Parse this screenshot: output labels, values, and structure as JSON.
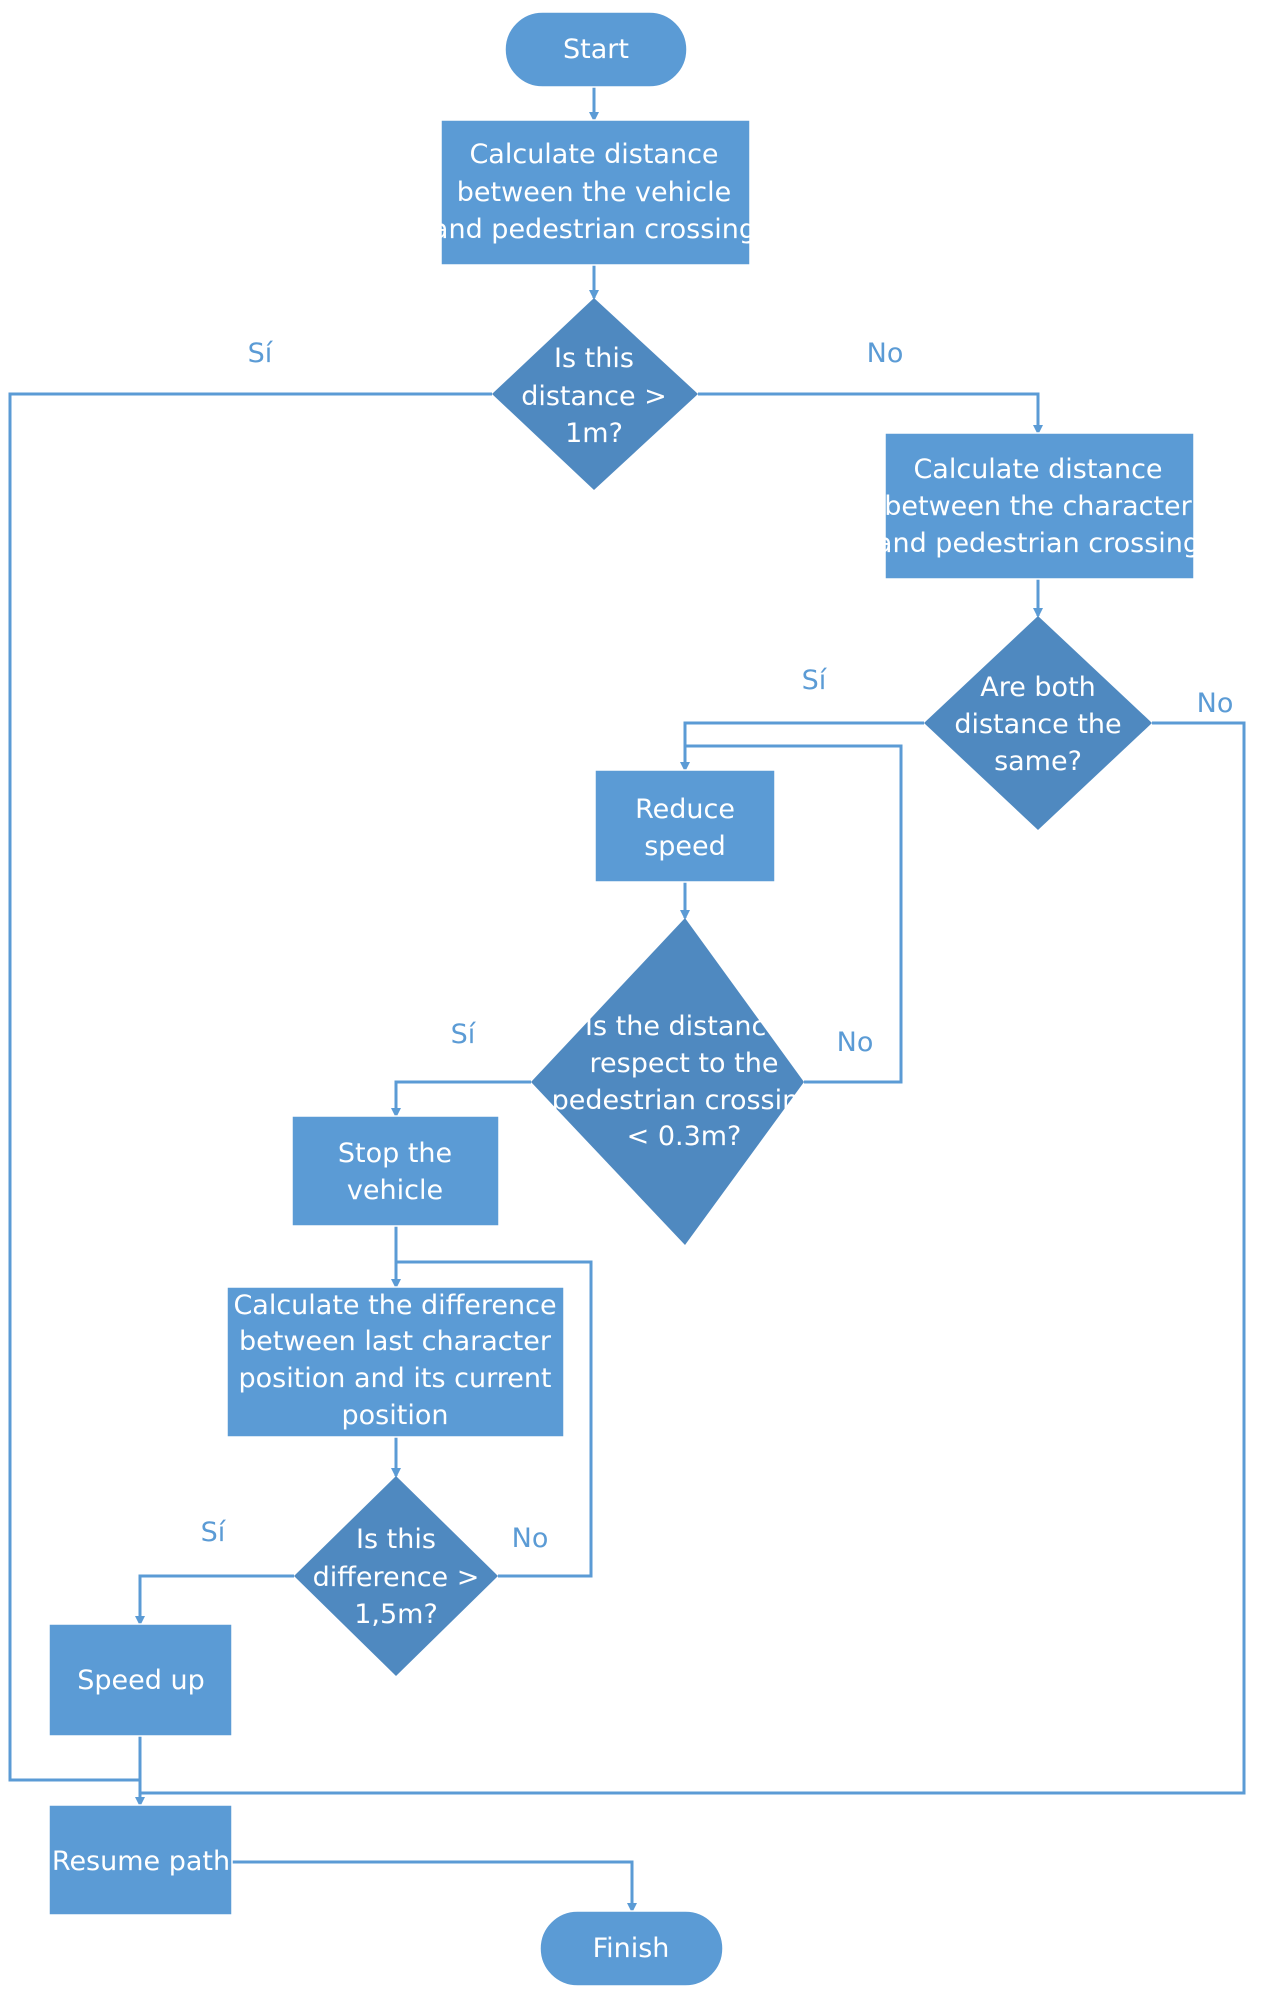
{
  "nodes": {
    "start": "Start",
    "calc_vehicle_distance": [
      "Calculate distance",
      "between the vehicle",
      "and pedestrian crossing"
    ],
    "decision_distance_1m": [
      "Is this",
      "distance >",
      "1m?"
    ],
    "calc_character_distance": [
      "Calculate distance",
      "between the character",
      "and pedestrian crossing"
    ],
    "decision_same_distance": [
      "Are both",
      "distance the",
      "same?"
    ],
    "reduce_speed": [
      "Reduce",
      "speed"
    ],
    "decision_distance_03m": [
      "Is the distance",
      "respect to the",
      "pedestrian crossing",
      "< 0.3m?"
    ],
    "stop_vehicle": [
      "Stop the",
      "vehicle"
    ],
    "calc_difference": [
      "Calculate the difference",
      "between last character",
      "position and its current",
      "position"
    ],
    "decision_difference_15m": [
      "Is this",
      "difference >",
      "1,5m?"
    ],
    "speed_up": "Speed up",
    "resume_path": "Resume path",
    "finish": "Finish"
  },
  "edge_labels": {
    "d1_yes": "Sí",
    "d1_no": "No",
    "d2_yes": "Sí",
    "d2_no": "No",
    "d3_yes": "Sí",
    "d3_no": "No",
    "d4_yes": "Sí",
    "d4_no": "No"
  },
  "colors": {
    "shape_fill": "#5b9bd5",
    "decision_fill": "#4f89c0",
    "text": "#ffffff",
    "connector": "#5b9bd5"
  }
}
